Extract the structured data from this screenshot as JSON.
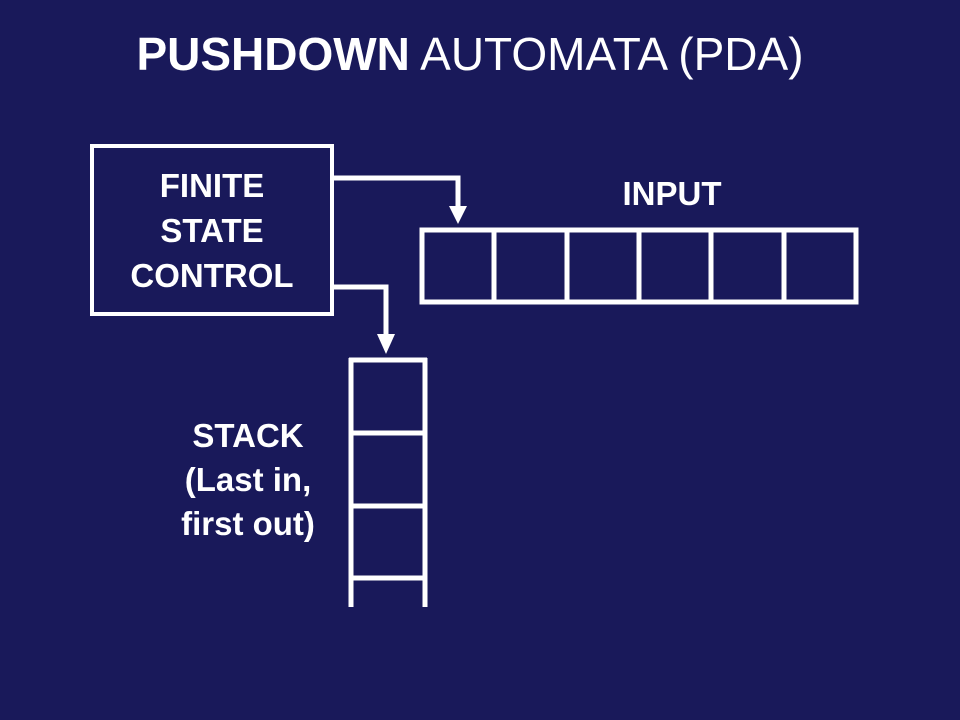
{
  "title": {
    "bold": "PUSHDOWN",
    "normal": "AUTOMATA (PDA)"
  },
  "finite_state_control": {
    "lines": [
      "FINITE",
      "STATE",
      "CONTROL"
    ]
  },
  "input": {
    "label": "INPUT",
    "cell_count": 6
  },
  "stack": {
    "label_lines": [
      "STACK",
      "(Last in,",
      "first out)"
    ],
    "cell_count": 3
  },
  "colors": {
    "background": "#19195a",
    "foreground": "#ffffff"
  }
}
